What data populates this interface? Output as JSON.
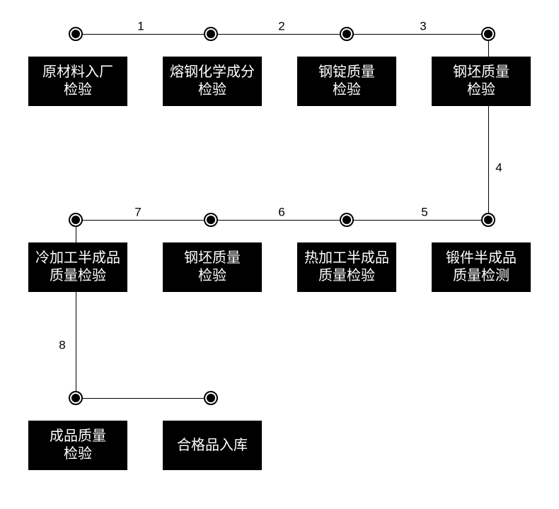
{
  "diagram": {
    "description": "Steel production quality inspection process flow",
    "colors": {
      "background": "#ffffff",
      "box_background": "#000000",
      "box_text": "#ffffff",
      "line": "#000000",
      "node_outer": "#000000",
      "node_inner": "#000000"
    },
    "boxes": [
      {
        "lines": [
          "原材料入厂",
          "检验"
        ]
      },
      {
        "lines": [
          "熔钢化学成分",
          "检验"
        ]
      },
      {
        "lines": [
          "钢锭质量",
          "检验"
        ]
      },
      {
        "lines": [
          "钢坯质量",
          "检验"
        ]
      },
      {
        "lines": [
          "冷加工半成品",
          "质量检验"
        ]
      },
      {
        "lines": [
          "钢坯质量",
          "检验"
        ]
      },
      {
        "lines": [
          "热加工半成品",
          "质量检验"
        ]
      },
      {
        "lines": [
          "锻件半成品",
          "质量检测"
        ]
      },
      {
        "lines": [
          "成品质量",
          "检验"
        ]
      },
      {
        "lines": [
          "合格品入库"
        ]
      }
    ],
    "edge_labels": [
      "1",
      "2",
      "3",
      "4",
      "5",
      "6",
      "7",
      "8"
    ]
  }
}
